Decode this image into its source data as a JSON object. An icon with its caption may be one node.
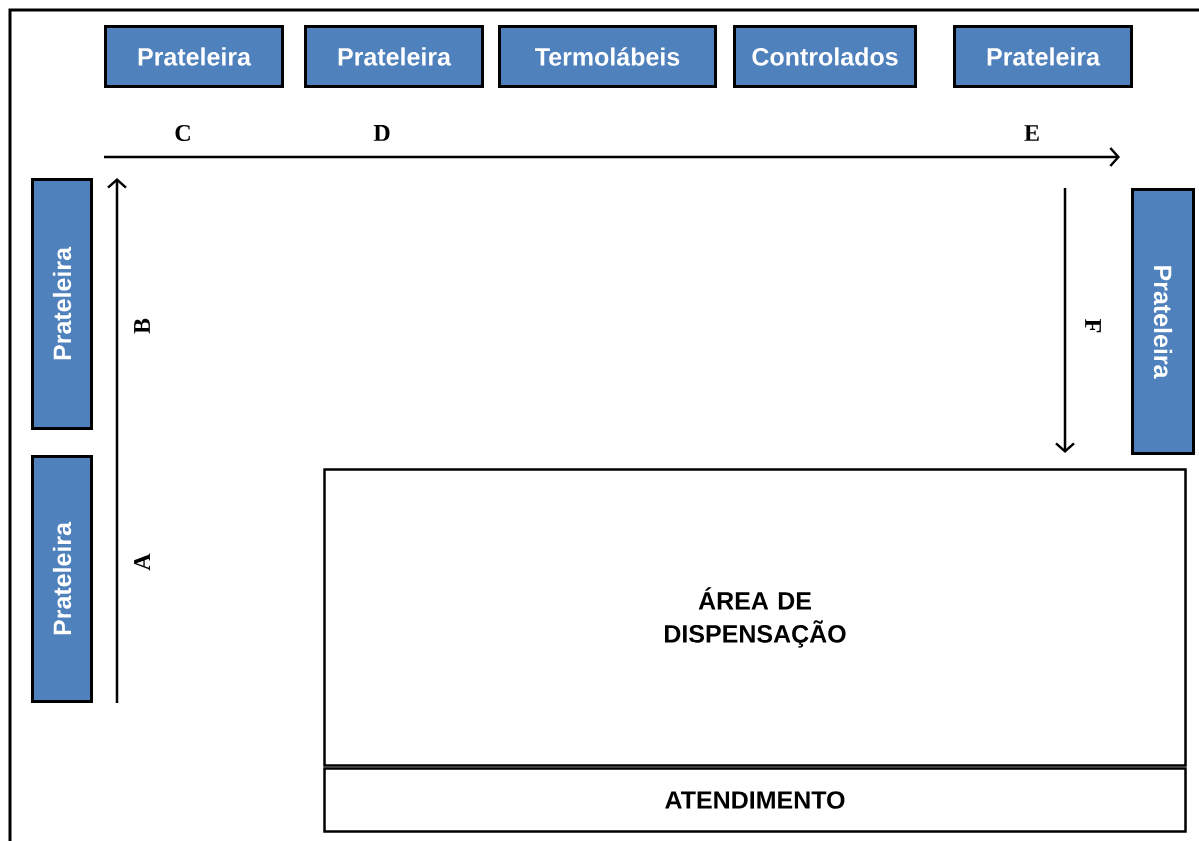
{
  "diagram": {
    "nodes": [
      {
        "text": [
          "Prateleira"
        ]
      },
      {
        "text": [
          "Prateleira"
        ]
      },
      {
        "text": [
          "Termolábeis"
        ]
      },
      {
        "text": [
          "Controlados"
        ]
      },
      {
        "text": [
          "Prateleira"
        ]
      },
      {
        "text": [
          "Prateleira"
        ]
      },
      {
        "text": [
          "Prateleira"
        ]
      },
      {
        "text": [
          "Prateleira"
        ]
      },
      {
        "text": [
          "ÁREA DE DISPENSAÇÃO"
        ]
      },
      {
        "text": [
          "ATENDIMENTO"
        ]
      }
    ],
    "labels": [
      "C",
      "D",
      "E",
      "B",
      "F",
      "A"
    ]
  }
}
